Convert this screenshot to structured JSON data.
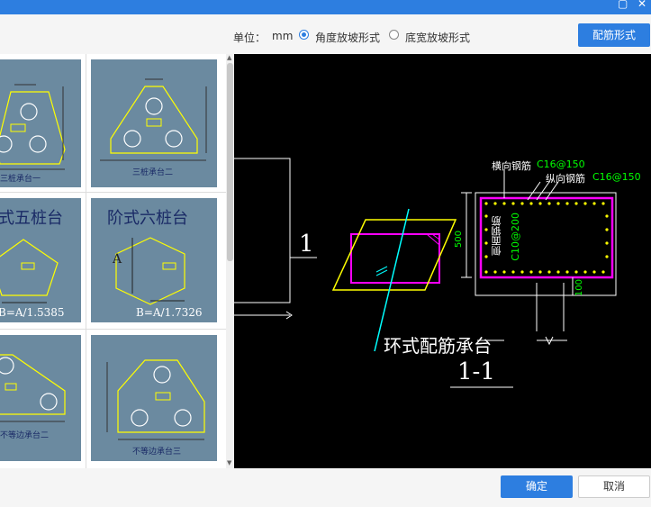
{
  "titlebar": {
    "restore_glyph": "▢",
    "close_glyph": "✕"
  },
  "toolbar": {
    "unit_label": "单位：",
    "unit_value": "mm",
    "radio_angle": "角度放坡形式",
    "radio_width": "底宽放坡形式",
    "selected": "angle",
    "rebar_button": "配筋形式"
  },
  "thumbnails": [
    {
      "caption": "三桩承台一"
    },
    {
      "caption": "三桩承台二"
    },
    {
      "title": "式五桩台",
      "formula": "B=A/1.5385"
    },
    {
      "title": "阶式六桩台",
      "formula": "B=A/1.7326",
      "dim_label": "A"
    },
    {
      "caption": "不等边承台二"
    },
    {
      "caption": "不等边承台三"
    }
  ],
  "cad": {
    "section_mark": "1",
    "title": "环式配筋承台",
    "section_label": "1-1",
    "transverse_label": "横向钢筋",
    "transverse_spec": "C16@150",
    "longitudinal_label": "纵向钢筋",
    "longitudinal_spec": "C16@150",
    "side_label": "侧面钢筋",
    "side_spec": "C10@200",
    "dim_height": "500",
    "dim_bottom": "100"
  },
  "footer": {
    "ok": "确定",
    "cancel": "取消"
  },
  "colors": {
    "accent": "#2d7ee0",
    "thumb_bg": "#6b8aa0",
    "cad_bg": "#000000",
    "rebar": "#ff00ff",
    "line_yellow": "#ffff00",
    "line_cyan": "#00ffff",
    "line_green": "#00ff00"
  }
}
